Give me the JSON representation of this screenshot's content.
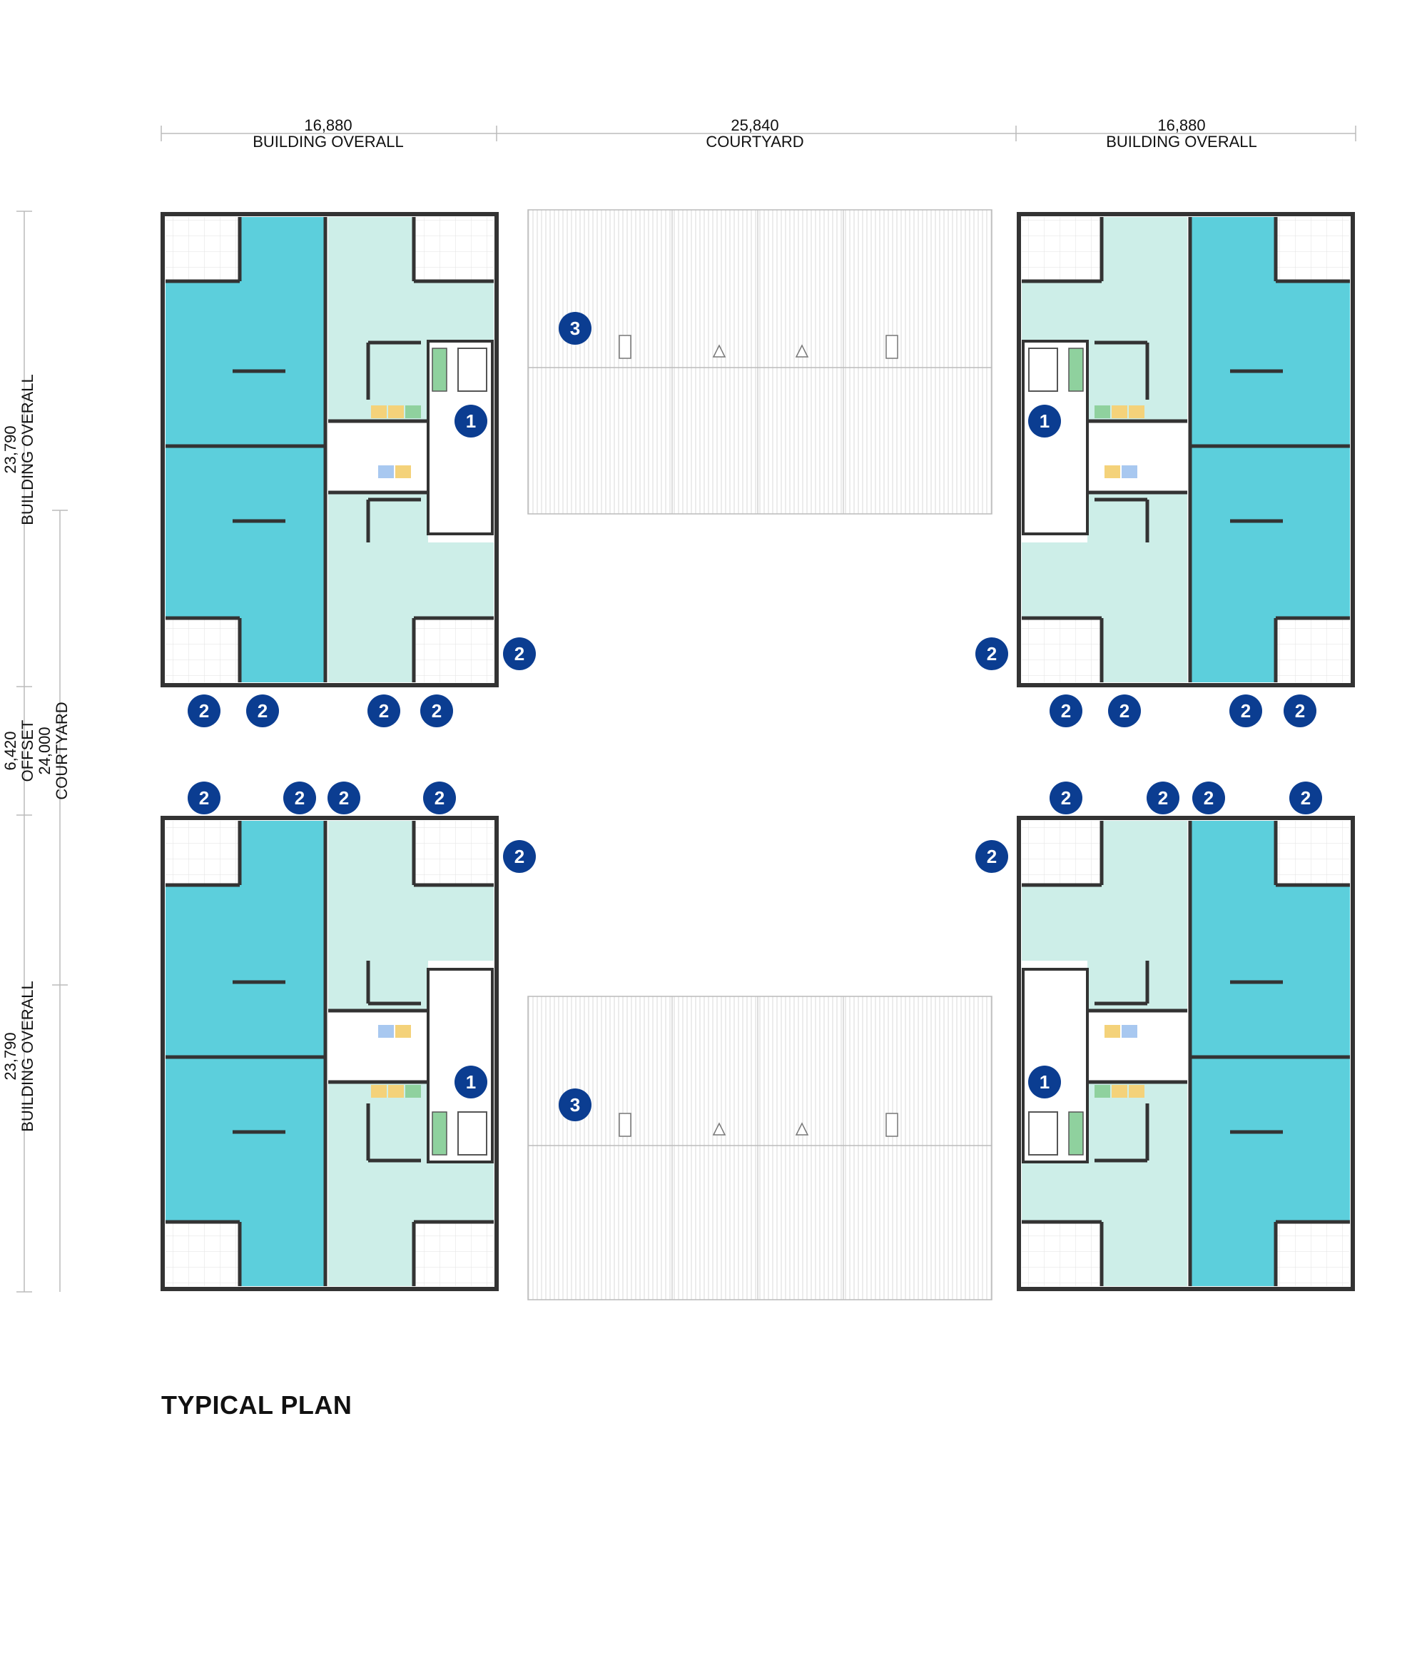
{
  "dimensions": {
    "top_left": {
      "value": "16,880",
      "label": "BUILDING OVERALL"
    },
    "top_middle": {
      "value": "25,840",
      "label": "COURTYARD"
    },
    "top_right": {
      "value": "16,880",
      "label": "BUILDING OVERALL"
    },
    "left_upper": {
      "value": "23,790",
      "label": "BUILDING OVERALL"
    },
    "left_offset": {
      "value": "6,420",
      "label": "OFFSET"
    },
    "left_courtyard": {
      "value": "24,000",
      "label": "COURTYARD"
    },
    "left_lower": {
      "value": "23,790",
      "label": "BUILDING OVERALL"
    }
  },
  "badges": {
    "core": "1",
    "balcony": "2",
    "roof": "3"
  },
  "colors": {
    "unit_dark": "#5ccfdc",
    "unit_light": "#cdeee8",
    "badge": "#0b3d91",
    "wall": "#333333"
  },
  "title": "TYPICAL PLAN"
}
